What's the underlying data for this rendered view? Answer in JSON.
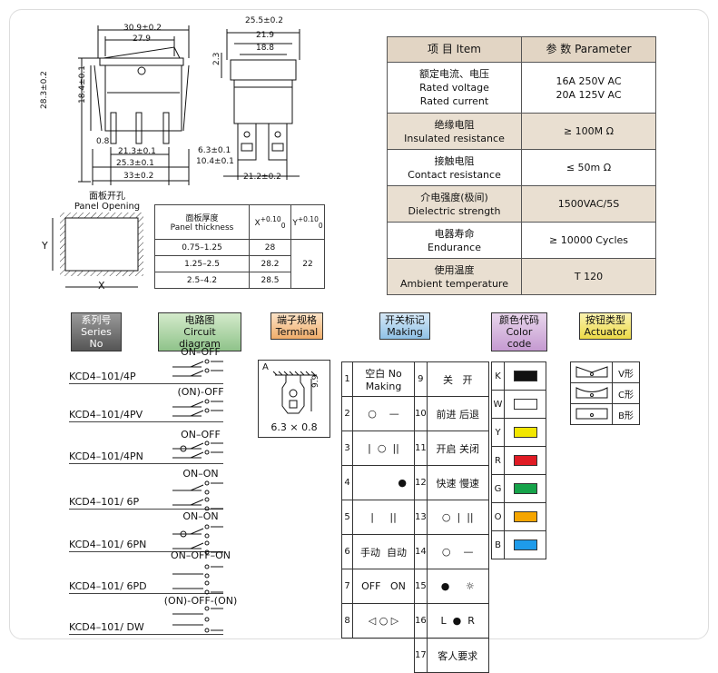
{
  "drawing": {
    "front": {
      "d1": "30.9±0.2",
      "d2": "27.9",
      "h1": "28.3±0.2",
      "h2": "18.4±0.1",
      "d3": "0.8",
      "d4": "21.3±0.1",
      "d5": "25.3±0.1",
      "d6": "33±0.2"
    },
    "side": {
      "w1": "25.5±0.2",
      "w2": "21.9",
      "w3": "18.8",
      "h1": "2.3",
      "t1": "6.3±0.1",
      "t2": "10.4±0.1",
      "b1": "21.2±0.2"
    }
  },
  "panel": {
    "title_cn": "面板开孔",
    "title_en": "Panel Opening",
    "x": "X",
    "y": "Y"
  },
  "panel_table": {
    "h1_cn": "面板厚度",
    "h1_en": "Panel thickness",
    "h2": "X",
    "h2_tol": "+0.10",
    "h2_base": "0",
    "h3": "Y",
    "h3_tol": "+0.10",
    "h3_base": "0",
    "rows": [
      {
        "t": "0.75–1.25",
        "x": "28"
      },
      {
        "t": "1.25–2.5",
        "x": "28.2"
      },
      {
        "t": "2.5–4.2",
        "x": "28.5"
      }
    ],
    "y": "22"
  },
  "spec": {
    "h1": "项 目  Item",
    "h2": "参 数  Parameter",
    "rows": [
      {
        "cn": "额定电流、电压",
        "en": "Rated voltage",
        "en2": "Rated current",
        "v": "16A  250V AC",
        "v2": "20A 125V AC"
      },
      {
        "cn": "绝缘电阻",
        "en": "Insulated resistance",
        "v": "≥ 100M Ω"
      },
      {
        "cn": "接触电阻",
        "en": "Contact resistance",
        "v": "≤ 50m Ω"
      },
      {
        "cn": "介电强度(极间)",
        "en": "Dielectric strength",
        "v": "1500VAC/5S"
      },
      {
        "cn": "电器寿命",
        "en": "Endurance",
        "v": "≥ 10000 Cycles"
      },
      {
        "cn": "使用温度",
        "en": "Ambient temperature",
        "v": "T 120"
      }
    ]
  },
  "headers": {
    "series": {
      "cn": "系列号",
      "en": "Series No"
    },
    "circuit": {
      "cn": "电路图",
      "en": "Circuit diagram"
    },
    "terminal": {
      "cn": "端子规格",
      "en": "Terminal"
    },
    "making": {
      "cn": "开关标记",
      "en": "Making"
    },
    "color": {
      "cn": "颜色代码",
      "en": "Color code"
    },
    "actuator": {
      "cn": "按钮类型",
      "en": "Actuator"
    }
  },
  "series": [
    {
      "name": "KCD4–101/4P",
      "label": "ON–OFF"
    },
    {
      "name": "KCD4–101/4PV",
      "label": "(ON)-OFF"
    },
    {
      "name": "KCD4–101/4PN",
      "label": "ON–OFF"
    },
    {
      "name": "KCD4–101/ 6P",
      "label": "ON–ON"
    },
    {
      "name": "KCD4–101/ 6PN",
      "label": "ON–ON"
    },
    {
      "name": "KCD4–101/ 6PD",
      "label": "ON–OFF–ON"
    },
    {
      "name": "KCD4–101/ DW",
      "label": "(ON)-OFF-(ON)"
    }
  ],
  "terminal": {
    "label": "A",
    "dim": "9.9",
    "size": "6.3 × 0.8"
  },
  "making": [
    {
      "n": "1",
      "v": "空白 No Making",
      "n2": "9",
      "v2a": "关",
      "v2b": "开"
    },
    {
      "n": "2",
      "va": "○",
      "vb": "—",
      "n2": "10",
      "v2a": "前进",
      "v2b": "后退"
    },
    {
      "n": "3",
      "va": "|",
      "vm": "○",
      "vb": "||",
      "n2": "11",
      "v2a": "开启",
      "v2b": "关闭"
    },
    {
      "n": "4",
      "va": "",
      "vb": "●",
      "n2": "12",
      "v2a": "快速",
      "v2b": "慢速"
    },
    {
      "n": "5",
      "va": "|",
      "vb": "||",
      "n2": "13",
      "v2a": "○",
      "v2m": "|",
      "v2b": "||"
    },
    {
      "n": "6",
      "va": "手动",
      "vb": "自动",
      "n2": "14",
      "v2a": "○",
      "v2b": "—"
    },
    {
      "n": "7",
      "va": "OFF",
      "vb": "ON",
      "n2": "15",
      "v2a": "●",
      "v2b": "☼"
    },
    {
      "n": "8",
      "va": "◁",
      "vm": "○",
      "vb": "▷",
      "n2": "16",
      "v2a": "L",
      "v2m": "●",
      "v2b": "R"
    },
    {
      "n2": "17",
      "v2": "客人要求"
    }
  ],
  "colors": [
    {
      "code": "K",
      "hex": "#111111"
    },
    {
      "code": "W",
      "hex": "#ffffff"
    },
    {
      "code": "Y",
      "hex": "#f2e600"
    },
    {
      "code": "R",
      "hex": "#e01b24"
    },
    {
      "code": "G",
      "hex": "#16a34a"
    },
    {
      "code": "O",
      "hex": "#f5a500"
    },
    {
      "code": "B",
      "hex": "#1e9bea"
    }
  ],
  "actuators": [
    {
      "label": "V形"
    },
    {
      "label": "C形"
    },
    {
      "label": "B形"
    }
  ]
}
